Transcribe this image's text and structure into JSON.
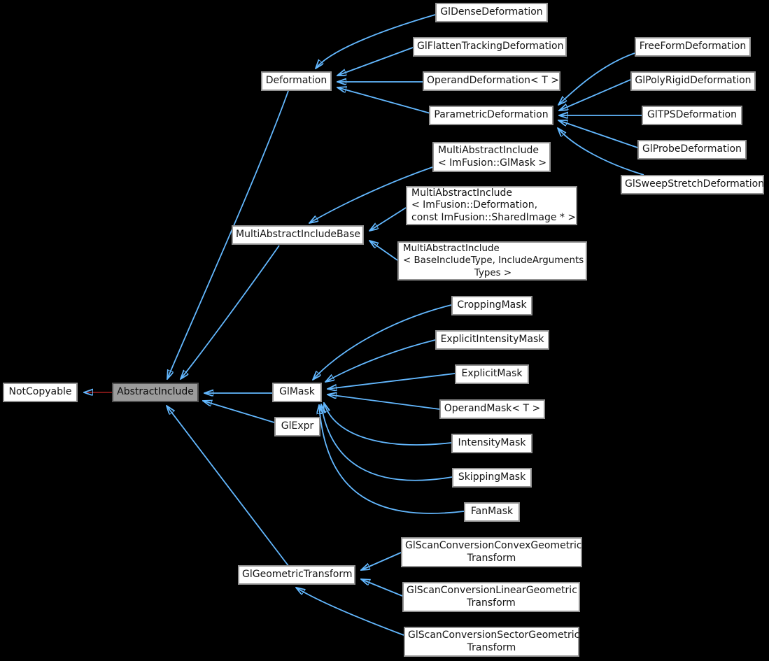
{
  "diagram": {
    "type": "inheritance-graph",
    "colors": {
      "background": "#000000",
      "node_fill": "#ffffff",
      "node_border": "#919191",
      "node_text": "#141414",
      "focus_node_fill": "#9b9b9b",
      "focus_node_border": "#4d4d4d",
      "edge_public_inheritance": "#63b8ff",
      "edge_private_inheritance": "#8b1a1a"
    },
    "nodes": {
      "notcopyable": {
        "label": "NotCopyable"
      },
      "abstractinclude": {
        "label": "AbstractInclude"
      },
      "deformation": {
        "label": "Deformation"
      },
      "gldensedeformation": {
        "label": "GlDenseDeformation"
      },
      "glflattentrackingdeformation": {
        "label": "GlFlattenTrackingDeformation"
      },
      "operanddeformation": {
        "label": "OperandDeformation< T >"
      },
      "parametricdeformation": {
        "label": "ParametricDeformation"
      },
      "freeformdeformation": {
        "label": "FreeFormDeformation"
      },
      "glpolyrigiddeformation": {
        "label": "GlPolyRigidDeformation"
      },
      "gltpsdeformation": {
        "label": "GlTPSDeformation"
      },
      "glprobedeformation": {
        "label": "GlProbeDeformation"
      },
      "glsweepstretchdeformation": {
        "label": "GlSweepStretchDeformation"
      },
      "multiabstractinclude_glmask": {
        "label": [
          "MultiAbstractInclude",
          "< ImFusion::GlMask >"
        ]
      },
      "multiabstractinclude_deformation": {
        "label": [
          "MultiAbstractInclude",
          "< ImFusion::Deformation,",
          "const ImFusion::SharedImage * >"
        ]
      },
      "multiabstractincludebase": {
        "label": "MultiAbstractIncludeBase"
      },
      "multiabstractinclude_template": {
        "label": [
          "MultiAbstractInclude",
          "< BaseIncludeType, IncludeArguments",
          "Types >"
        ]
      },
      "croppingmask": {
        "label": "CroppingMask"
      },
      "explicitintensitymask": {
        "label": "ExplicitIntensityMask"
      },
      "explicitmask": {
        "label": "ExplicitMask"
      },
      "glmask": {
        "label": "GlMask"
      },
      "operandmask": {
        "label": "OperandMask< T >"
      },
      "intensitymask": {
        "label": "IntensityMask"
      },
      "skippingmask": {
        "label": "SkippingMask"
      },
      "fanmask": {
        "label": "FanMask"
      },
      "glexpr": {
        "label": "GlExpr"
      },
      "glgeometrictransform": {
        "label": "GlGeometricTransform"
      },
      "glscanconversionconvex": {
        "label": [
          "GlScanConversionConvexGeometric",
          "Transform"
        ]
      },
      "glscanconversionlinear": {
        "label": [
          "GlScanConversionLinearGeometric",
          "Transform"
        ]
      },
      "glscanconversionsector": {
        "label": [
          "GlScanConversionSectorGeometric",
          "Transform"
        ]
      }
    },
    "edges": [
      {
        "from": "Deformation",
        "to": "AbstractInclude",
        "type": "public"
      },
      {
        "from": "MultiAbstractIncludeBase",
        "to": "AbstractInclude",
        "type": "public"
      },
      {
        "from": "GlMask",
        "to": "AbstractInclude",
        "type": "public"
      },
      {
        "from": "GlExpr",
        "to": "AbstractInclude",
        "type": "public"
      },
      {
        "from": "GlGeometricTransform",
        "to": "AbstractInclude",
        "type": "public"
      },
      {
        "from": "AbstractInclude",
        "to": "NotCopyable",
        "type": "private"
      },
      {
        "from": "GlDenseDeformation",
        "to": "Deformation",
        "type": "public"
      },
      {
        "from": "GlFlattenTrackingDeformation",
        "to": "Deformation",
        "type": "public"
      },
      {
        "from": "OperandDeformation< T >",
        "to": "Deformation",
        "type": "public"
      },
      {
        "from": "ParametricDeformation",
        "to": "Deformation",
        "type": "public"
      },
      {
        "from": "FreeFormDeformation",
        "to": "ParametricDeformation",
        "type": "public"
      },
      {
        "from": "GlPolyRigidDeformation",
        "to": "ParametricDeformation",
        "type": "public"
      },
      {
        "from": "GlTPSDeformation",
        "to": "ParametricDeformation",
        "type": "public"
      },
      {
        "from": "GlProbeDeformation",
        "to": "ParametricDeformation",
        "type": "public"
      },
      {
        "from": "GlSweepStretchDeformation",
        "to": "ParametricDeformation",
        "type": "public"
      },
      {
        "from": "MultiAbstractInclude< ImFusion::GlMask >",
        "to": "MultiAbstractIncludeBase",
        "type": "public"
      },
      {
        "from": "MultiAbstractInclude< ImFusion::Deformation, const ImFusion::SharedImage * >",
        "to": "MultiAbstractIncludeBase",
        "type": "public"
      },
      {
        "from": "MultiAbstractInclude< BaseIncludeType, IncludeArgumentsTypes >",
        "to": "MultiAbstractIncludeBase",
        "type": "public"
      },
      {
        "from": "CroppingMask",
        "to": "GlMask",
        "type": "public"
      },
      {
        "from": "ExplicitIntensityMask",
        "to": "GlMask",
        "type": "public"
      },
      {
        "from": "ExplicitMask",
        "to": "GlMask",
        "type": "public"
      },
      {
        "from": "OperandMask< T >",
        "to": "GlMask",
        "type": "public"
      },
      {
        "from": "IntensityMask",
        "to": "GlMask",
        "type": "public"
      },
      {
        "from": "SkippingMask",
        "to": "GlMask",
        "type": "public"
      },
      {
        "from": "FanMask",
        "to": "GlMask",
        "type": "public"
      },
      {
        "from": "GlScanConversionConvexGeometricTransform",
        "to": "GlGeometricTransform",
        "type": "public"
      },
      {
        "from": "GlScanConversionLinearGeometricTransform",
        "to": "GlGeometricTransform",
        "type": "public"
      },
      {
        "from": "GlScanConversionSectorGeometricTransform",
        "to": "GlGeometricTransform",
        "type": "public"
      }
    ]
  }
}
